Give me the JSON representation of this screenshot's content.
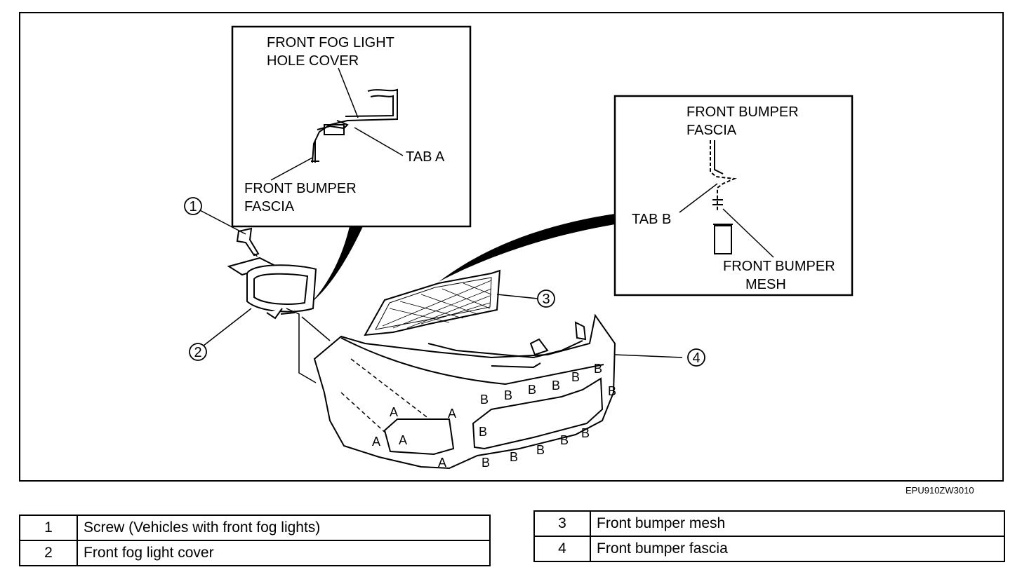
{
  "callouts": {
    "fog_light_hole_cover_line1": "FRONT FOG LIGHT",
    "fog_light_hole_cover_line2": "HOLE COVER",
    "tab_a": "TAB A",
    "inset1_fascia_line1": "FRONT BUMPER",
    "inset1_fascia_line2": "FASCIA",
    "inset2_fascia_line1": "FRONT BUMPER",
    "inset2_fascia_line2": "FASCIA",
    "tab_b": "TAB B",
    "mesh_line1": "FRONT BUMPER",
    "mesh_line2": "MESH"
  },
  "markers": {
    "n1": "1",
    "n2": "2",
    "n3": "3",
    "n4": "4",
    "a": "A",
    "b": "B"
  },
  "reference_code": "EPU910ZW3010",
  "legend": [
    {
      "num": "1",
      "desc": "Screw (Vehicles with front fog lights)"
    },
    {
      "num": "2",
      "desc": "Front fog light cover"
    },
    {
      "num": "3",
      "desc": "Front bumper mesh"
    },
    {
      "num": "4",
      "desc": "Front bumper fascia"
    }
  ]
}
